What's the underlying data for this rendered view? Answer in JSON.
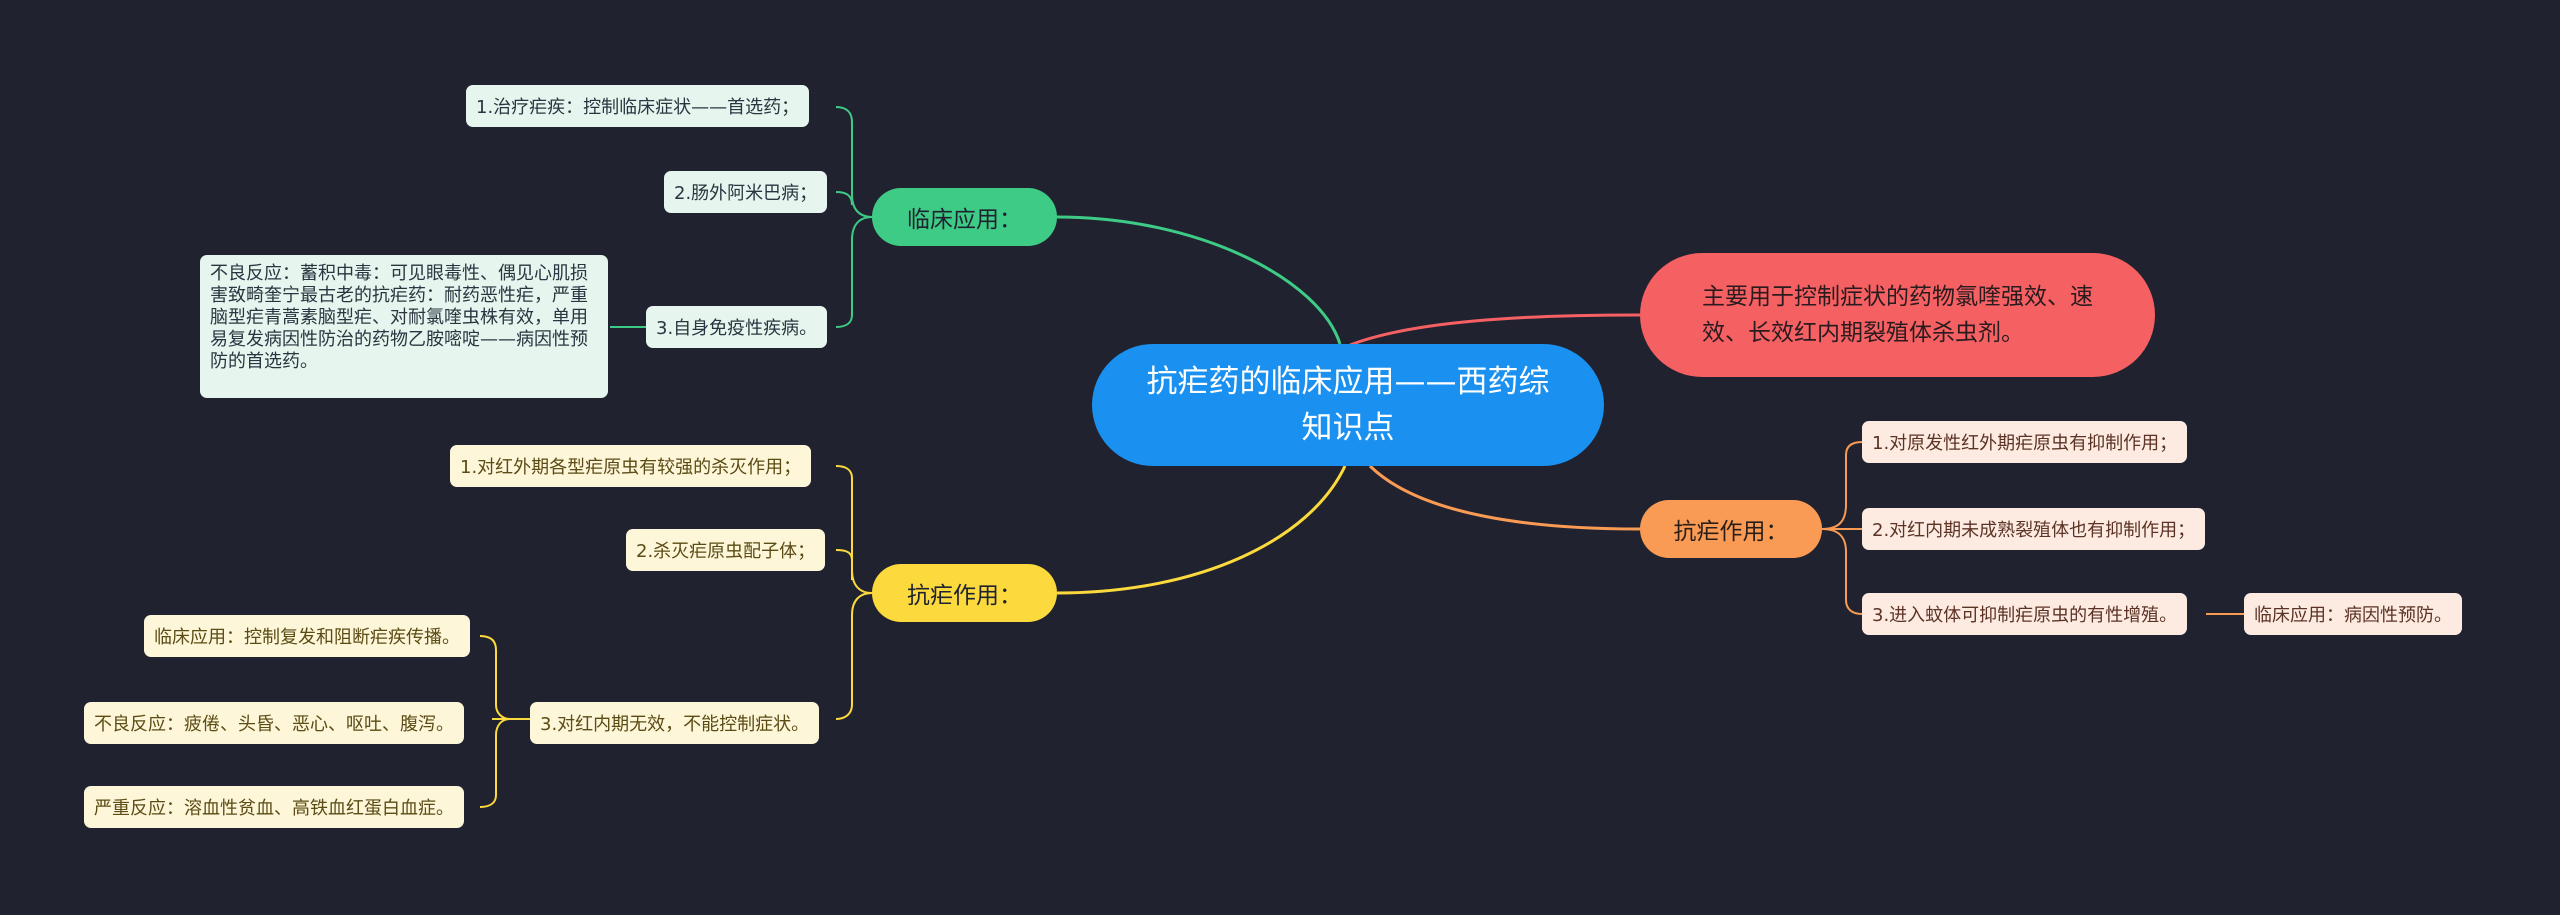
{
  "root": {
    "text": "抗疟药的临床应用——西药综知识点",
    "color": "#1a90f0"
  },
  "branches": {
    "clinical": {
      "label": "临床应用：",
      "color": "#3ecb86",
      "items": [
        "1.治疗疟疾：控制临床症状——首选药；",
        "2.肠外阿米巴病；",
        "3.自身免疫性疾病。"
      ],
      "note": "不良反应：蓄积中毒：可见眼毒性、偶见心肌损害致畸奎宁最古老的抗疟药：耐药恶性疟，严重脑型疟青蒿素脑型疟、对耐氯喹虫株有效，单用易复发病因性防治的药物乙胺嘧啶——病因性预防的首选药。"
    },
    "antimalarial_left": {
      "label": "抗疟作用：",
      "color": "#fcd93d",
      "items": [
        "1.对红外期各型疟原虫有较强的杀灭作用；",
        "2.杀灭疟原虫配子体；",
        "3.对红内期无效，不能控制症状。"
      ],
      "sub_items": [
        "临床应用：控制复发和阻断疟疾传播。",
        "不良反应：疲倦、头昏、恶心、呕吐、腹泻。",
        "严重反应：溶血性贫血、高铁血红蛋白血症。"
      ]
    },
    "main_use": {
      "label": "主要用于控制症状的药物氯喹强效、速效、长效红内期裂殖体杀虫剂。",
      "color": "#f56062"
    },
    "antimalarial_right": {
      "label": "抗疟作用：",
      "color": "#fa9b55",
      "items": [
        "1.对原发性红外期疟原虫有抑制作用；",
        "2.对红内期未成熟裂殖体也有抑制作用；",
        "3.进入蚊体可抑制疟原虫的有性增殖。"
      ],
      "sub_item": "临床应用：病因性预防。"
    }
  }
}
